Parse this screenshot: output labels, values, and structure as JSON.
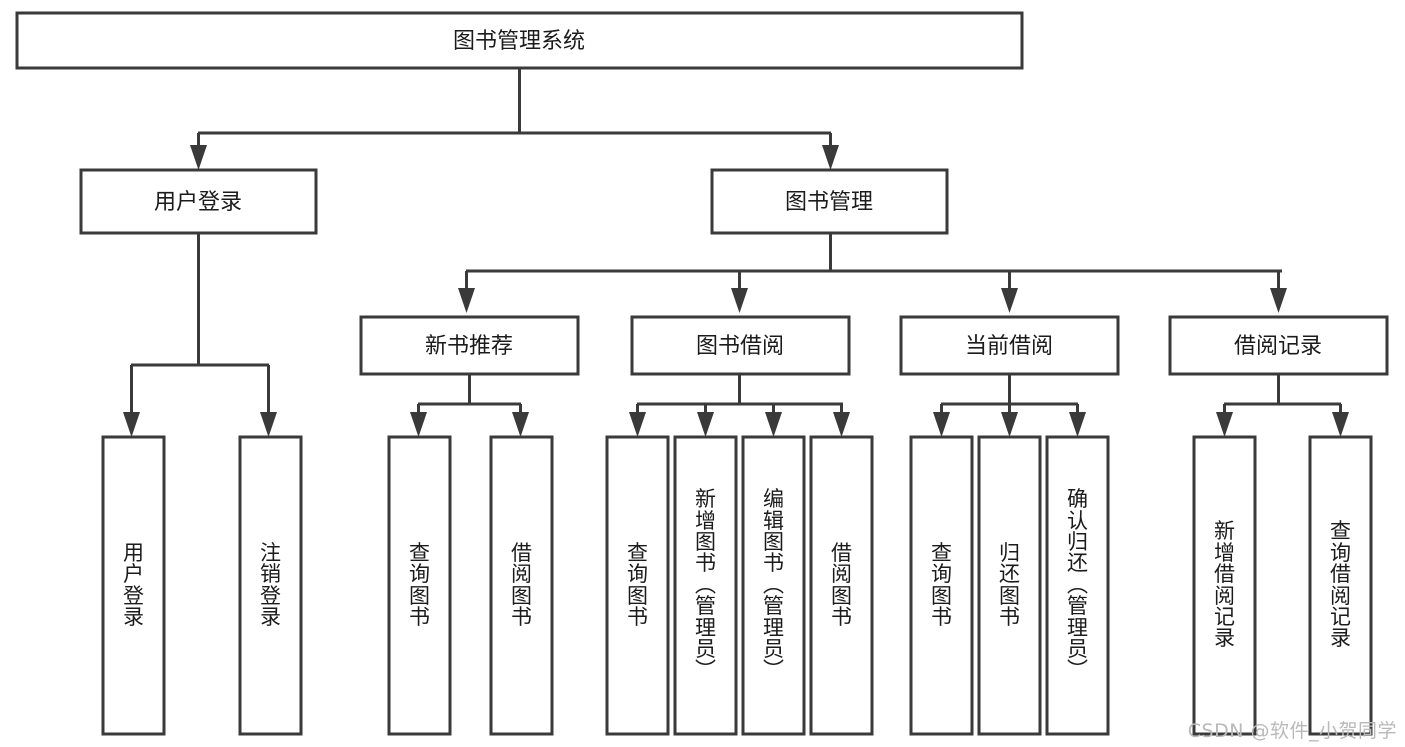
{
  "diagram": {
    "title": "图书管理系统",
    "type": "tree",
    "watermark": "CSDN @软件_小贺同学",
    "levels": {
      "root": {
        "label": "图书管理系统"
      },
      "level2": [
        {
          "label": "用户登录"
        },
        {
          "label": "图书管理"
        }
      ],
      "level3": [
        {
          "label": "新书推荐"
        },
        {
          "label": "图书借阅"
        },
        {
          "label": "当前借阅"
        },
        {
          "label": "借阅记录"
        }
      ],
      "leaves": [
        {
          "label": "用户登录",
          "parent": "用户登录"
        },
        {
          "label": "注销登录",
          "parent": "用户登录"
        },
        {
          "label": "查询图书",
          "parent": "新书推荐"
        },
        {
          "label": "借阅图书",
          "parent": "新书推荐"
        },
        {
          "label": "查询图书",
          "parent": "图书借阅"
        },
        {
          "label": "新增图书（管理员）",
          "parent": "图书借阅"
        },
        {
          "label": "编辑图书（管理员）",
          "parent": "图书借阅"
        },
        {
          "label": "借阅图书",
          "parent": "图书借阅"
        },
        {
          "label": "查询图书",
          "parent": "当前借阅"
        },
        {
          "label": "归还图书",
          "parent": "当前借阅"
        },
        {
          "label": "确认归还（管理员）",
          "parent": "当前借阅"
        },
        {
          "label": "新增借阅记录",
          "parent": "借阅记录"
        },
        {
          "label": "查询借阅记录",
          "parent": "借阅记录"
        }
      ]
    },
    "colors": {
      "stroke": "#3a3a3a",
      "fill": "#ffffff",
      "text": "#1b1b1b",
      "watermark": "#b9b9b9"
    }
  }
}
